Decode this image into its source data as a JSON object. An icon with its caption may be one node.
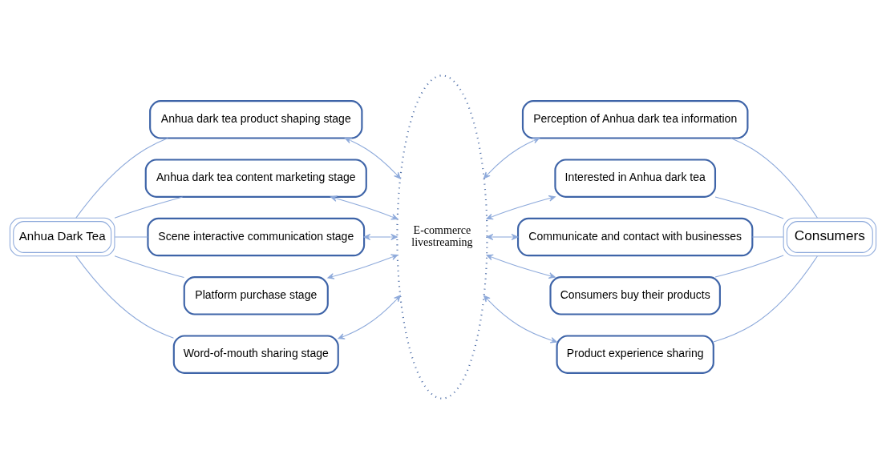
{
  "diagram": {
    "nodes": [
      {
        "text": [
          "Anhua Dark Tea"
        ]
      },
      {
        "text": [
          "Anhua dark tea product shaping stage"
        ]
      },
      {
        "text": [
          "Anhua dark tea content marketing stage"
        ]
      },
      {
        "text": [
          "Scene interactive communication stage"
        ]
      },
      {
        "text": [
          "Platform purchase stage"
        ]
      },
      {
        "text": [
          "Word-of-mouth sharing stage"
        ]
      },
      {
        "text": [
          "E-commerce",
          "livestreaming"
        ]
      },
      {
        "text": [
          "Perception of Anhua dark tea information"
        ]
      },
      {
        "text": [
          "Interested in Anhua dark tea"
        ]
      },
      {
        "text": [
          "Communicate and contact with businesses"
        ]
      },
      {
        "text": [
          "Consumers buy their products"
        ]
      },
      {
        "text": [
          "Product experience sharing"
        ]
      },
      {
        "text": [
          "Consumers"
        ]
      }
    ],
    "edges": [
      {
        "from": 0,
        "to": 1,
        "arrow": "none"
      },
      {
        "from": 0,
        "to": 2,
        "arrow": "none"
      },
      {
        "from": 0,
        "to": 3,
        "arrow": "none"
      },
      {
        "from": 0,
        "to": 4,
        "arrow": "none"
      },
      {
        "from": 0,
        "to": 5,
        "arrow": "none"
      },
      {
        "from": 1,
        "to": 6,
        "arrow": "both"
      },
      {
        "from": 2,
        "to": 6,
        "arrow": "both"
      },
      {
        "from": 3,
        "to": 6,
        "arrow": "both"
      },
      {
        "from": 4,
        "to": 6,
        "arrow": "both"
      },
      {
        "from": 5,
        "to": 6,
        "arrow": "both"
      },
      {
        "from": 6,
        "to": 7,
        "arrow": "both"
      },
      {
        "from": 6,
        "to": 8,
        "arrow": "both"
      },
      {
        "from": 6,
        "to": 9,
        "arrow": "both"
      },
      {
        "from": 6,
        "to": 10,
        "arrow": "both"
      },
      {
        "from": 6,
        "to": 11,
        "arrow": "both"
      },
      {
        "from": 7,
        "to": 12,
        "arrow": "none"
      },
      {
        "from": 8,
        "to": 12,
        "arrow": "none"
      },
      {
        "from": 9,
        "to": 12,
        "arrow": "none"
      },
      {
        "from": 10,
        "to": 12,
        "arrow": "none"
      },
      {
        "from": 11,
        "to": 12,
        "arrow": "none"
      }
    ]
  }
}
